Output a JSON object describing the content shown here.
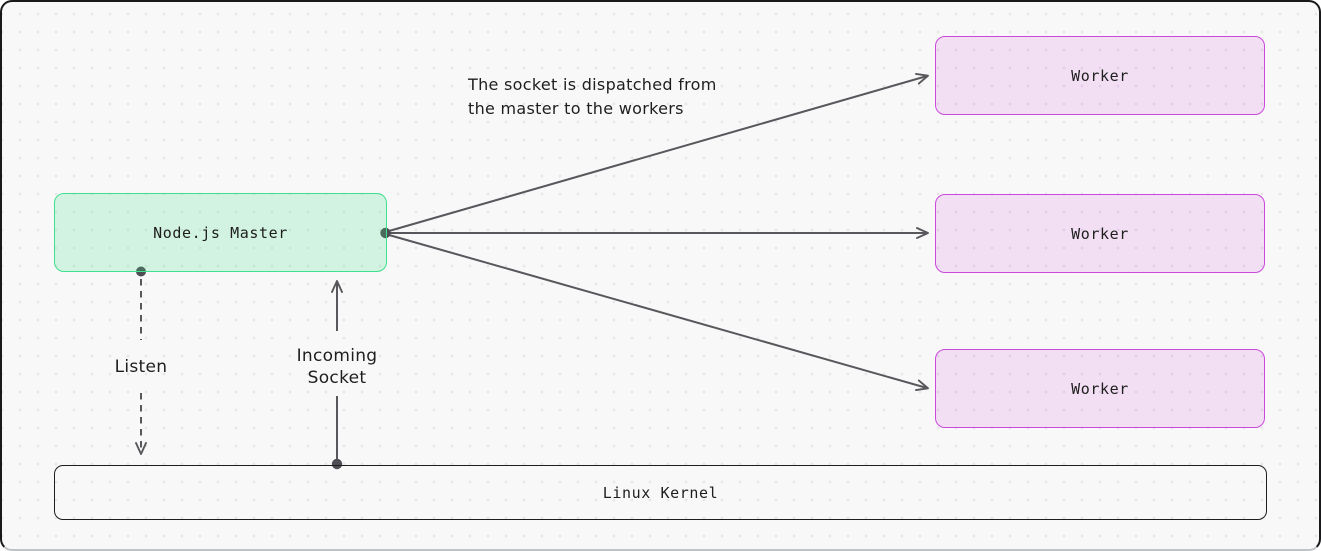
{
  "canvas": {
    "background": "#f8f8f8",
    "grid_dot_color": "#e6e6e9",
    "frame_border_color": "#19191c"
  },
  "annotation": {
    "line1": "The socket is dispatched from",
    "line2": "the master to the workers"
  },
  "nodes": {
    "master": {
      "label": "Node.js Master",
      "fill": "#dcf5e8",
      "border": "#3fe08d"
    },
    "workers": [
      {
        "label": "Worker"
      },
      {
        "label": "Worker"
      },
      {
        "label": "Worker"
      }
    ],
    "worker_style": {
      "fill": "#f3e0f8",
      "border": "#ca49dc"
    },
    "kernel": {
      "label": "Linux Kernel",
      "border": "#1e1e1e"
    }
  },
  "connectors": {
    "color": "#57575c",
    "listen": {
      "label": "Listen",
      "style": "dashed",
      "from": "master",
      "to": "kernel"
    },
    "incoming_socket": {
      "label_line1": "Incoming",
      "label_line2": "Socket",
      "style": "solid",
      "from": "kernel",
      "to": "master"
    },
    "dispatch_arrows": 3
  }
}
